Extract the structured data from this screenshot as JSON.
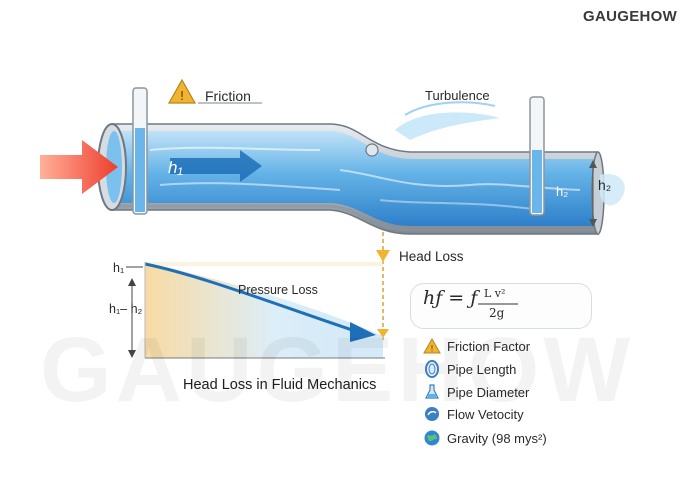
{
  "brand": {
    "logo_text": "GAUGEHOW",
    "watermark_text": "GAUGEHOW"
  },
  "diagram": {
    "friction_label": "Friction",
    "turbulence_label": "Turbulence",
    "head_loss_label": "Head Loss",
    "pressure_loss_label": "Pressure Loss",
    "caption": "Head Loss in Fluid Mechanics",
    "pipe_h1_label": "h₁",
    "pipe_h2_label": "h₂",
    "side_h2_label": "h₂",
    "axis_h1_label": "h₁",
    "axis_h1h2_label": "h₁– h₂"
  },
  "formula": {
    "lhs": "hƒ = ƒ",
    "numerator": "L v²",
    "denominator": "2g"
  },
  "legend": [
    {
      "icon": "warning-icon",
      "label": "Friction Factor"
    },
    {
      "icon": "pipe-ring-icon",
      "label": "Pipe Length"
    },
    {
      "icon": "flask-icon",
      "label": "Pipe Diameter"
    },
    {
      "icon": "velocity-icon",
      "label": "Flow Vetocity"
    },
    {
      "icon": "globe-icon",
      "label": "Gravity (98 mys²)"
    }
  ],
  "colors": {
    "water": "#4aa3e0",
    "water_dark": "#1f6fb8",
    "inlet_arrow": "#ef4a3a",
    "warning": "#f0b431",
    "pipe": "#9aa3ad"
  }
}
